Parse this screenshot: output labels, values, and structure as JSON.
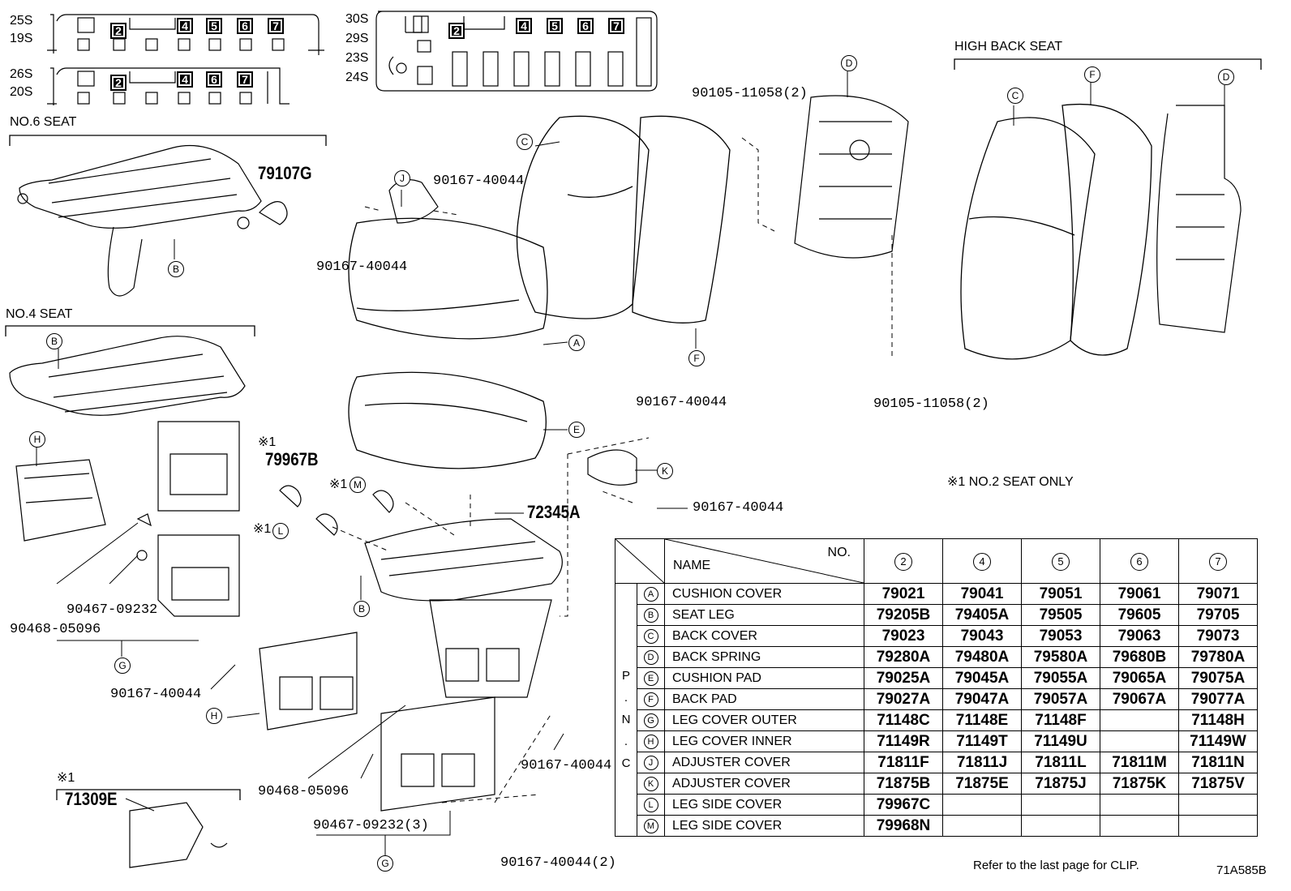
{
  "seat_maps": [
    {
      "top": "25S",
      "bottom": "19S",
      "seats": [
        "2",
        "4",
        "5",
        "6",
        "7"
      ]
    },
    {
      "top": "26S",
      "bottom": "20S",
      "seats": [
        "2",
        "4",
        "6",
        "7"
      ]
    },
    {
      "labels": [
        "30S",
        "29S",
        "23S",
        "24S"
      ],
      "seats": [
        "2",
        "4",
        "5",
        "6",
        "7"
      ]
    }
  ],
  "sections": {
    "no6": "NO.6 SEAT",
    "no4": "NO.4 SEAT",
    "high_back": "HIGH BACK SEAT",
    "note": "※1 NO.2 SEAT ONLY",
    "mark1": "※1",
    "mark1_m": "※1",
    "mark1_l": "※1",
    "mark1_79967": "※1"
  },
  "part_numbers": {
    "p79107G": "79107G",
    "p79967B": "79967B",
    "p72345A": "72345A",
    "p71309E": "71309E",
    "p90167_a": "90167-40044",
    "p90167_b": "90167-40044",
    "p90167_c": "90167-40044",
    "p90167_d": "90167-40044",
    "p90167_e": "90167-40044",
    "p90167_f": "90167-40044",
    "p90167_g": "90167-40044(2)",
    "p90105_a": "90105-11058(2)",
    "p90105_b": "90105-11058(2)",
    "p90467_a": "90467-09232",
    "p90467_b": "90467-09232(3)",
    "p90468_a": "90468-05096",
    "p90468_b": "90468-05096"
  },
  "callouts": [
    "A",
    "B",
    "C",
    "D",
    "E",
    "F",
    "G",
    "H",
    "J",
    "K",
    "L",
    "M"
  ],
  "table": {
    "name_header": "NAME",
    "no_header": "NO.",
    "side_label": "P . N . C",
    "columns": [
      "2",
      "4",
      "5",
      "6",
      "7"
    ],
    "rows": [
      {
        "key": "A",
        "name": "CUSHION COVER",
        "values": [
          "79021",
          "79041",
          "79051",
          "79061",
          "79071"
        ]
      },
      {
        "key": "B",
        "name": "SEAT LEG",
        "values": [
          "79205B",
          "79405A",
          "79505",
          "79605",
          "79705"
        ]
      },
      {
        "key": "C",
        "name": "BACK COVER",
        "values": [
          "79023",
          "79043",
          "79053",
          "79063",
          "79073"
        ]
      },
      {
        "key": "D",
        "name": "BACK SPRING",
        "values": [
          "79280A",
          "79480A",
          "79580A",
          "79680B",
          "79780A"
        ]
      },
      {
        "key": "E",
        "name": "CUSHION PAD",
        "values": [
          "79025A",
          "79045A",
          "79055A",
          "79065A",
          "79075A"
        ]
      },
      {
        "key": "F",
        "name": "BACK PAD",
        "values": [
          "79027A",
          "79047A",
          "79057A",
          "79067A",
          "79077A"
        ]
      },
      {
        "key": "G",
        "name": "LEG COVER OUTER",
        "values": [
          "71148C",
          "71148E",
          "71148F",
          "",
          "71148H"
        ]
      },
      {
        "key": "H",
        "name": "LEG COVER INNER",
        "values": [
          "71149R",
          "71149T",
          "71149U",
          "",
          "71149W"
        ]
      },
      {
        "key": "J",
        "name": "ADJUSTER COVER",
        "values": [
          "71811F",
          "71811J",
          "71811L",
          "71811M",
          "71811N"
        ]
      },
      {
        "key": "K",
        "name": "ADJUSTER COVER",
        "values": [
          "71875B",
          "71875E",
          "71875J",
          "71875K",
          "71875V"
        ]
      },
      {
        "key": "L",
        "name": "LEG SIDE COVER",
        "values": [
          "79967C",
          "",
          "",
          "",
          ""
        ]
      },
      {
        "key": "M",
        "name": "LEG SIDE COVER",
        "values": [
          "79968N",
          "",
          "",
          "",
          ""
        ]
      }
    ]
  },
  "footer": {
    "refer": "Refer to the last page for CLIP.",
    "code": "71A585B"
  }
}
